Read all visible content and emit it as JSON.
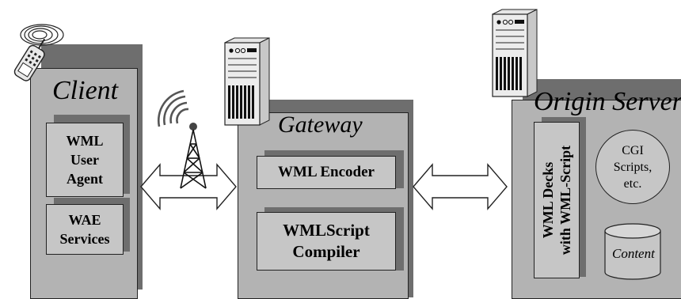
{
  "client": {
    "title": "Client",
    "box1": [
      "WML",
      "User",
      "Agent"
    ],
    "box2": [
      "WAE",
      "Services"
    ]
  },
  "gateway": {
    "title": "Gateway",
    "encoder": "WML Encoder",
    "compiler": [
      "WMLScript",
      "Compiler"
    ]
  },
  "origin": {
    "title": "Origin Server",
    "decks": [
      "WML Decks",
      "with WML-Script"
    ],
    "cgi": [
      "CGI",
      "Scripts,",
      "etc."
    ],
    "content": "Content"
  }
}
